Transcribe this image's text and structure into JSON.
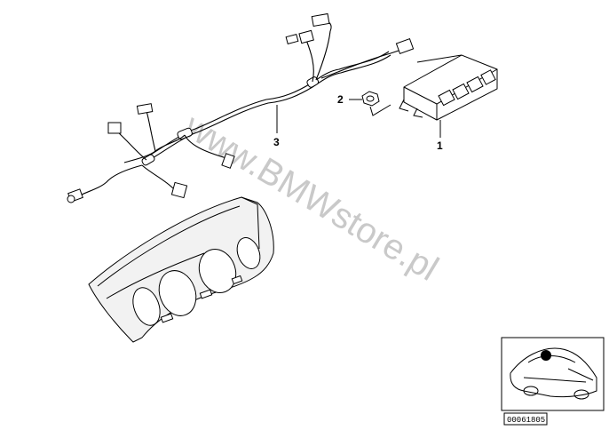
{
  "watermark": "www.BMWstore.pl",
  "callouts": [
    {
      "id": "1",
      "label": "1"
    },
    {
      "id": "2",
      "label": "2"
    },
    {
      "id": "3",
      "label": "3"
    }
  ],
  "thumbnail": {
    "reference_number": "00061805",
    "icon": "car-location-icon"
  }
}
